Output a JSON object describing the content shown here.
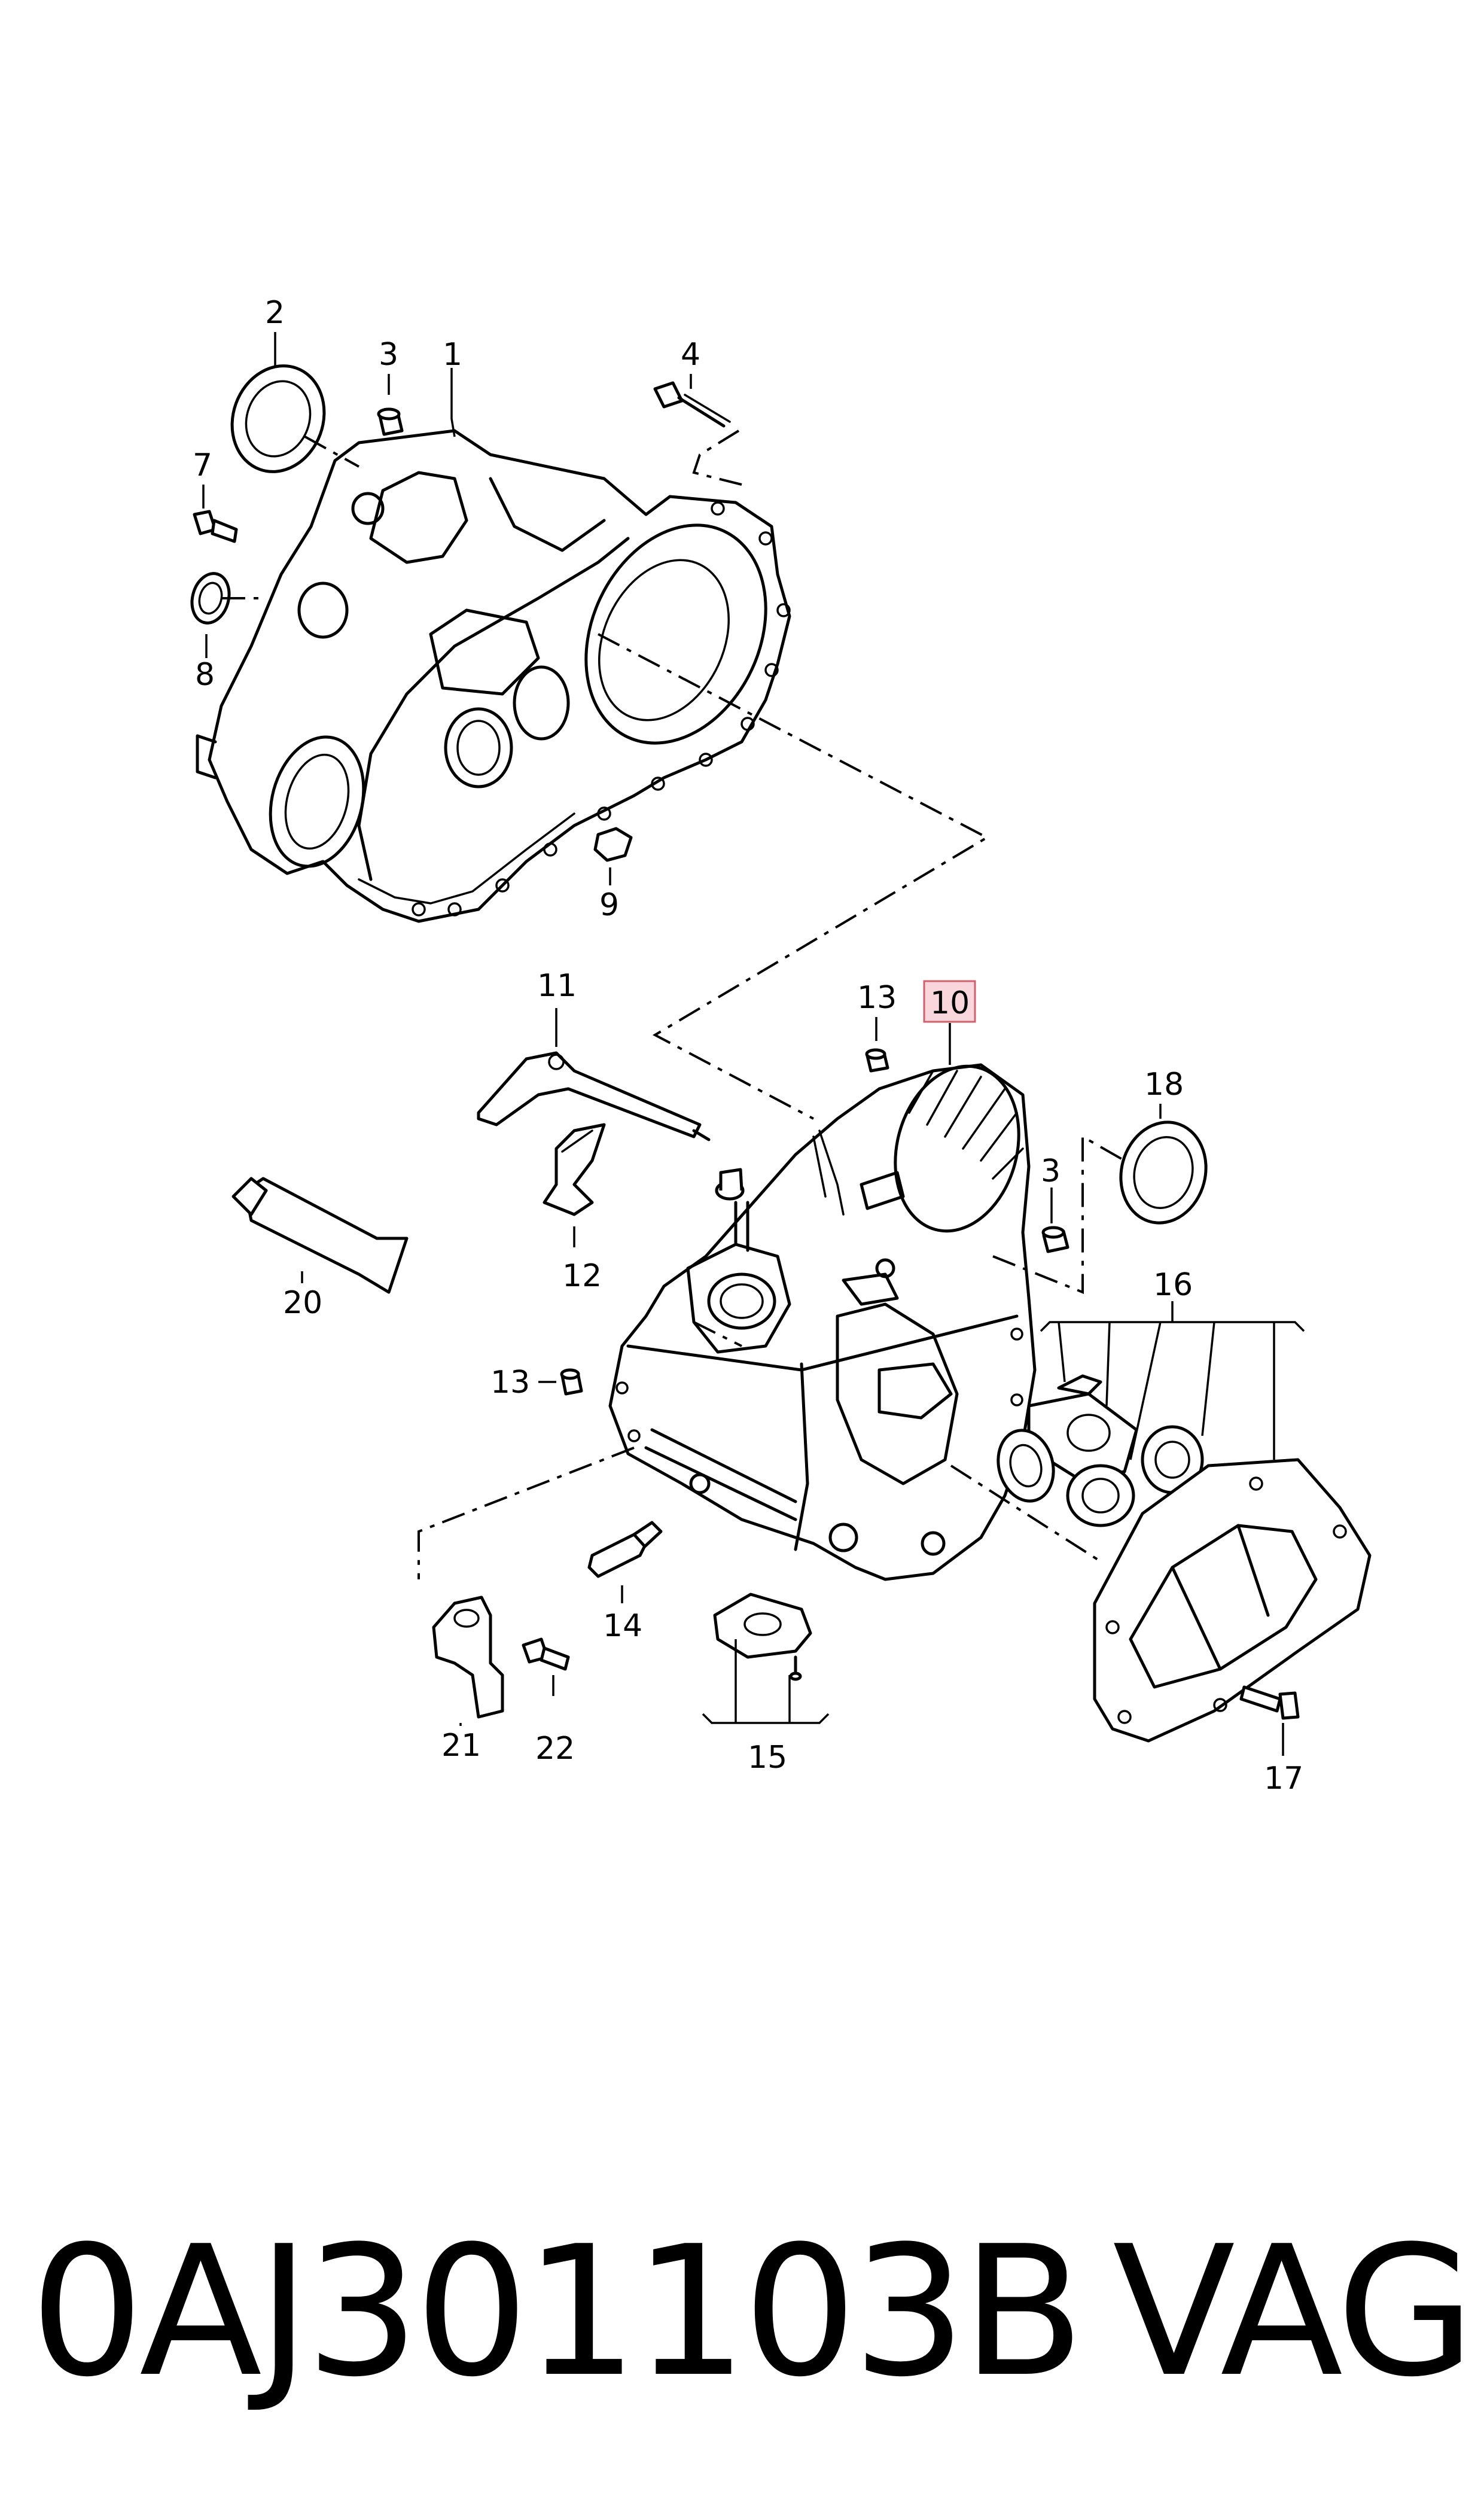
{
  "diagram": {
    "callouts": {
      "c1": "1",
      "c2": "2",
      "c3a": "3",
      "c3b": "3",
      "c4": "4",
      "c7": "7",
      "c8": "8",
      "c9": "9",
      "c10": "10",
      "c11": "11",
      "c12": "12",
      "c13a": "13",
      "c13b": "13",
      "c14": "14",
      "c15": "15",
      "c16": "16",
      "c17": "17",
      "c18": "18",
      "c20": "20",
      "c21": "21",
      "c22": "22"
    },
    "highlighted_callout": "10",
    "highlight_color": "#f9d6dc"
  },
  "footer": {
    "part_number": "0AJ301103B",
    "brand": "VAG"
  }
}
